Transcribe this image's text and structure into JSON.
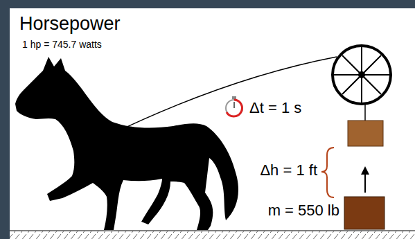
{
  "diagram": {
    "title": "Horsepower",
    "labels": [
      "1 hp = 745.7 watts",
      "Δt = 1 s",
      "Δh = 1 ft",
      "m = 550 lb"
    ]
  }
}
